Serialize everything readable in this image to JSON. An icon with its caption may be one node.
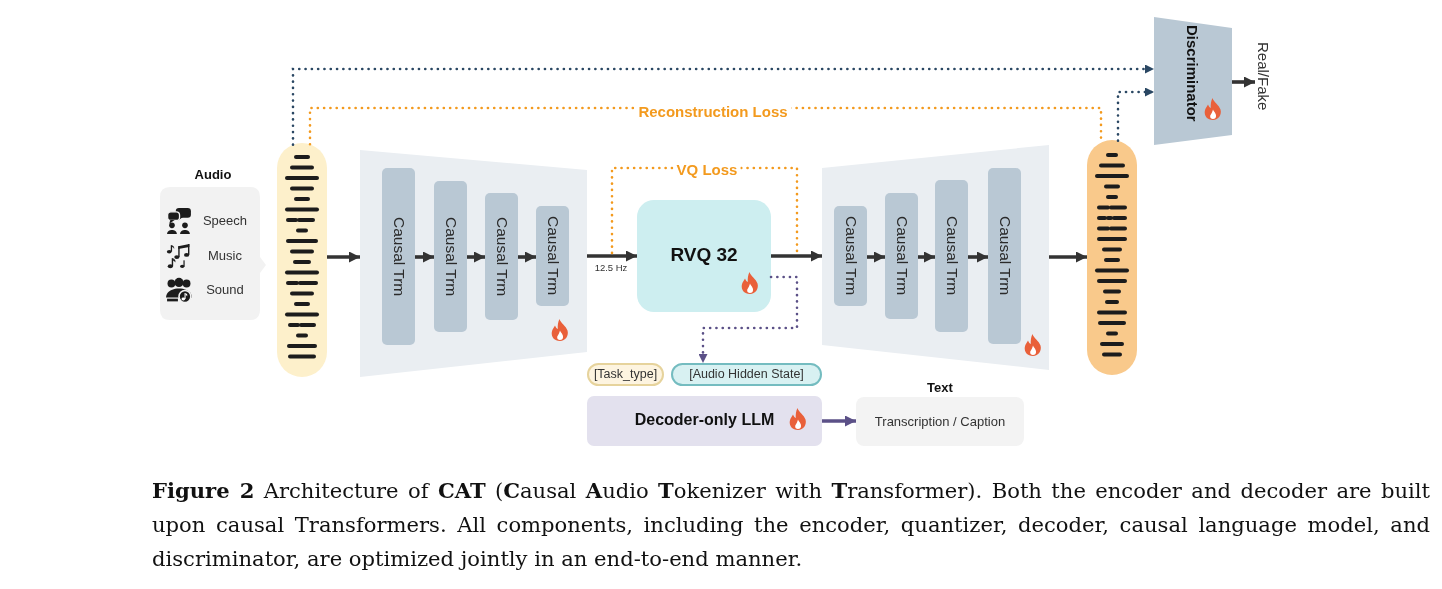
{
  "diagram": {
    "caption": "**Figure 2** Architecture of **CAT** (**C**ausal **A**udio **T**okenizer with **T**ransformer). Both the encoder and decoder are built upon causal Transformers. All components, including the encoder, quantizer, decoder, causal language model, and discriminator, are optimized jointly in an end-to-end manner.",
    "nodes": [
      {
        "text": [
          "Audio",
          "Speech",
          "Music",
          "Sound"
        ]
      },
      {
        "text": [],
        "shape": "picture"
      },
      {
        "text": [],
        "shape": "trapezoid"
      },
      {
        "text": [
          "Causal Trm"
        ],
        "in": 2
      },
      {
        "text": [
          "Causal Trm"
        ],
        "in": 2
      },
      {
        "text": [
          "Causal Trm"
        ],
        "in": 2
      },
      {
        "text": [
          "Causal Trm"
        ],
        "in": 2
      },
      {
        "text": [
          "RVQ 32"
        ]
      },
      {
        "text": [],
        "shape": "trapezoid"
      },
      {
        "text": [
          "Causal Trm"
        ],
        "in": 8
      },
      {
        "text": [
          "Causal Trm"
        ],
        "in": 8
      },
      {
        "text": [
          "Causal Trm"
        ],
        "in": 8
      },
      {
        "text": [
          "Causal Trm"
        ],
        "in": 8
      },
      {
        "text": [],
        "shape": "picture"
      },
      {
        "text": [
          "Discriminator"
        ]
      },
      {
        "text": [
          "Real/Fake"
        ]
      },
      {
        "text": [
          "[Task_type]"
        ]
      },
      {
        "text": [
          "[Audio Hidden State]"
        ]
      },
      {
        "text": [
          "Decoder-only LLM"
        ]
      },
      {
        "text": [
          "Text",
          "Transcription / Caption"
        ]
      }
    ],
    "edges": [
      {
        "from": 1,
        "to": 2,
        "arrow": "to"
      },
      {
        "from": 3,
        "to": 4,
        "arrow": "to"
      },
      {
        "from": 4,
        "to": 5,
        "arrow": "to"
      },
      {
        "from": 5,
        "to": 6,
        "arrow": "to"
      },
      {
        "from": 2,
        "to": 7,
        "arrow": "to",
        "label": "12.5 Hz"
      },
      {
        "from": 7,
        "to": 8,
        "arrow": "to"
      },
      {
        "from": 9,
        "to": 10,
        "arrow": "to"
      },
      {
        "from": 10,
        "to": 11,
        "arrow": "to"
      },
      {
        "from": 11,
        "to": 12,
        "arrow": "to"
      },
      {
        "from": 8,
        "to": 13,
        "arrow": "to"
      },
      {
        "from": 14,
        "to": 15,
        "arrow": "to"
      },
      {
        "from": 1,
        "to": 14,
        "arrow": "to",
        "style": "dashed",
        "color": "#2a4763"
      },
      {
        "from": 13,
        "to": 14,
        "arrow": "to",
        "style": "dashed",
        "color": "#2a4763"
      },
      {
        "from": 1,
        "to": 13,
        "arrow": "none",
        "style": "dashed",
        "color": "#f39a1e",
        "label": "Reconstruction Loss"
      },
      {
        "from": 7,
        "to": 17,
        "arrow": "to",
        "style": "dashed",
        "color": "#5b5087"
      },
      {
        "from": 18,
        "to": 19,
        "arrow": "to",
        "color": "#5b5087"
      }
    ],
    "labels": [
      "VQ Loss"
    ]
  }
}
